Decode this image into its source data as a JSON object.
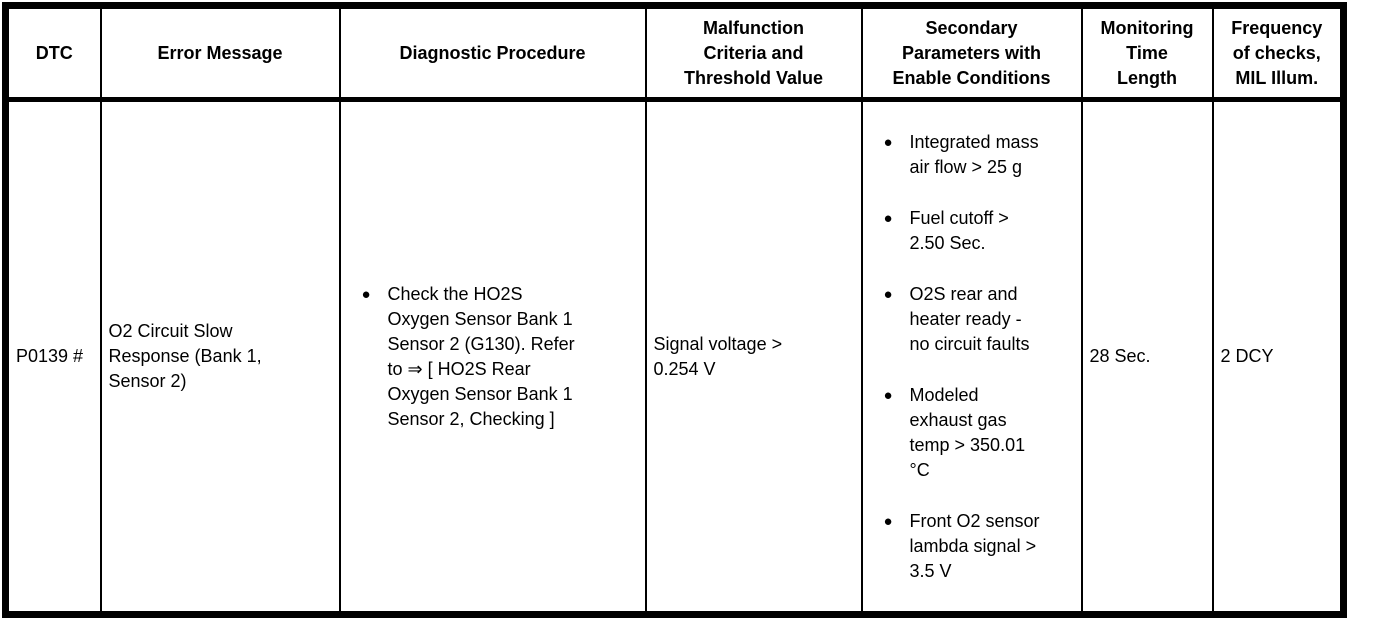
{
  "icons": {
    "bullet": "●"
  },
  "table": {
    "headers": [
      {
        "id": "dtc",
        "label": "DTC"
      },
      {
        "id": "error-message",
        "label": "Error Message"
      },
      {
        "id": "diagnostic-procedure",
        "label": "Diagnostic Procedure"
      },
      {
        "id": "malfunction-criteria",
        "label": "Malfunction\nCriteria and\nThreshold Value"
      },
      {
        "id": "secondary-parameters",
        "label": "Secondary\nParameters with\nEnable Conditions"
      },
      {
        "id": "monitoring-time",
        "label": "Monitoring\nTime\nLength"
      },
      {
        "id": "frequency-checks",
        "label": "Frequency\nof checks,\nMIL Illum."
      }
    ],
    "row": {
      "dtc": "P0139 #",
      "error_message": "O2 Circuit Slow\nResponse (Bank 1,\nSensor 2)",
      "diagnostic_procedure_bullets": [
        "Check the HO2S\nOxygen Sensor Bank 1\nSensor 2 (G130). Refer\nto ⇒ [ HO2S Rear\nOxygen Sensor Bank 1\nSensor 2, Checking ]"
      ],
      "malfunction_criteria": "Signal voltage >\n0.254 V",
      "secondary_parameter_bullets": [
        "Integrated mass\nair flow > 25 g",
        "Fuel cutoff >\n2.50 Sec.",
        "O2S rear and\nheater ready -\nno circuit faults",
        "Modeled\nexhaust gas\ntemp > 350.01\n°C",
        "Front O2 sensor\nlambda signal >\n3.5 V"
      ],
      "monitoring_time_length": "28 Sec.",
      "frequency_of_checks": "2 DCY"
    }
  }
}
